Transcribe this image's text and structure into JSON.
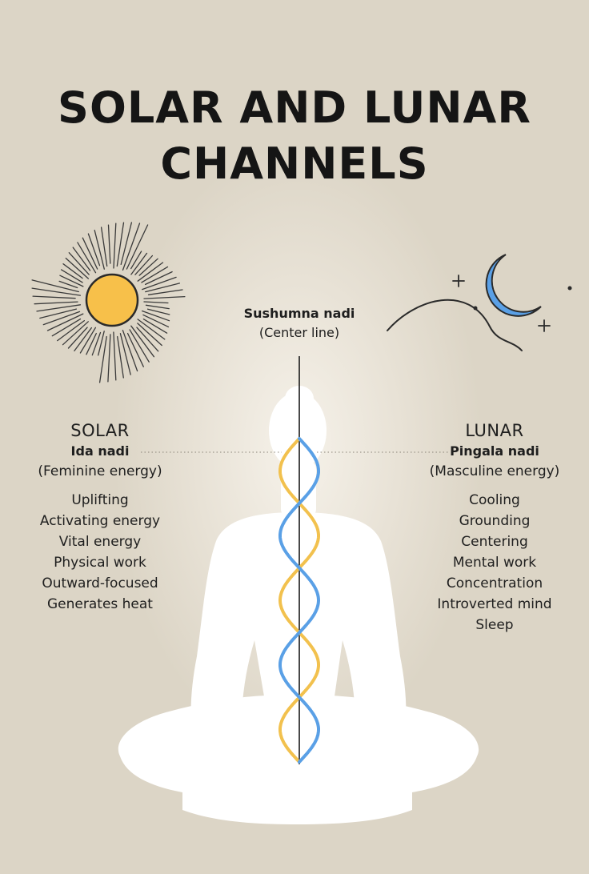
{
  "title": {
    "line1": "SOLAR AND LUNAR",
    "line2": "CHANNELS"
  },
  "center": {
    "name": "Sushumna nadi",
    "note": "(Center line)"
  },
  "solar": {
    "heading": "SOLAR",
    "nadi": "Ida nadi",
    "energy": "(Feminine energy)",
    "qualities": [
      "Uplifting",
      "Activating energy",
      "Vital energy",
      "Physical work",
      "Outward-focused",
      "Generates heat"
    ]
  },
  "lunar": {
    "heading": "LUNAR",
    "nadi": "Pingala nadi",
    "energy": "(Masculine energy)",
    "qualities": [
      "Cooling",
      "Grounding",
      "Centering",
      "Mental work",
      "Concentration",
      "Introverted mind",
      "Sleep"
    ]
  },
  "icons": {
    "sun": "sun-icon",
    "moon": "moon-icon",
    "figure": "meditating-figure"
  },
  "colors": {
    "background": "#dcd5c6",
    "solar_channel": "#f2c14e",
    "lunar_channel": "#5aa0e6",
    "sun_fill": "#f7c04a",
    "moon_fill": "#5aa0e6",
    "text": "#1e1e1e"
  }
}
